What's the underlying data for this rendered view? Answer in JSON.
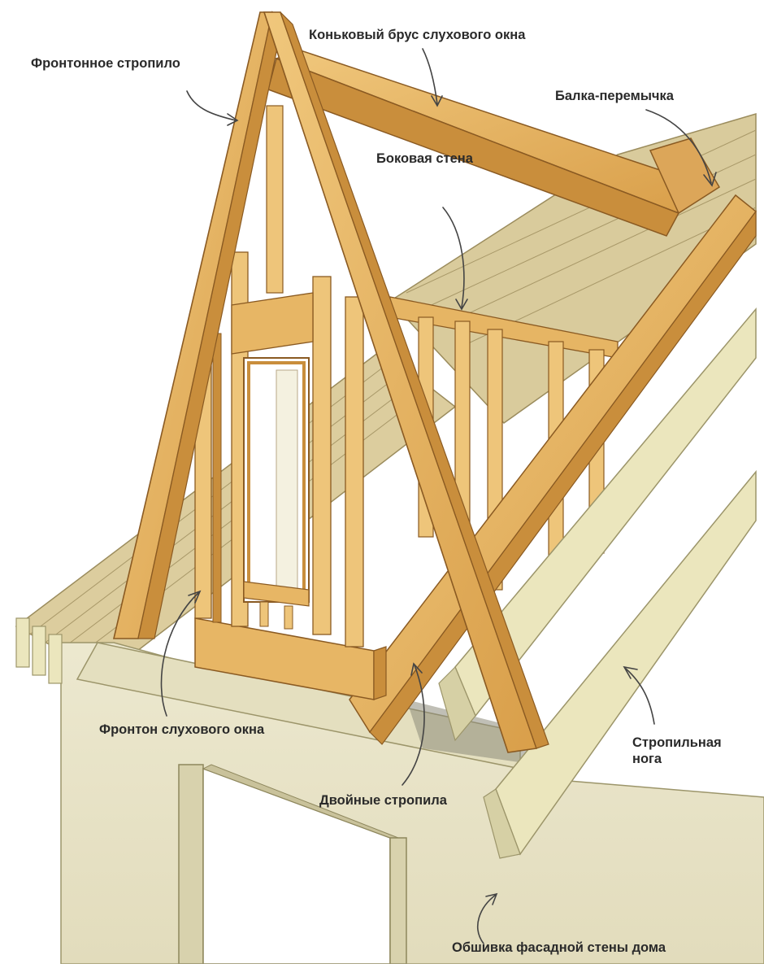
{
  "labels": {
    "gable_rafter": "Фронтонное стропило",
    "ridge_beam": "Коньковый брус слухового окна",
    "tie_beam": "Балка-перемычка",
    "side_wall": "Боковая стена",
    "dormer_gable": "Фронтон слухового окна",
    "rafter_leg_line1": "Стропильная",
    "rafter_leg_line2": "нога",
    "double_rafters": "Двойные стропила",
    "facade_cladding": "Обшивка фасадной стены дома"
  },
  "colors": {
    "timber": "#e8b868",
    "timber_dark": "#c98e3c",
    "timber_edge": "#8a5a22",
    "pale_timber": "#e9e4b8",
    "pale_edge": "#9c956a",
    "wall": "#e6e1c4",
    "wall_shadow": "#bdb68f",
    "sheathing": "#d9c89a",
    "leader": "#444444"
  }
}
